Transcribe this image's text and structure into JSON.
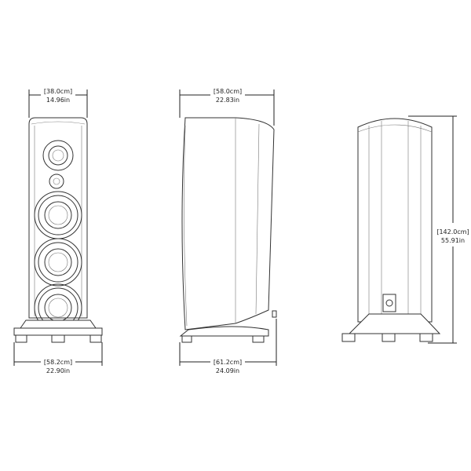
{
  "dimensions": {
    "front_width": {
      "cm": "[38.0cm]",
      "in": "14.96in"
    },
    "front_base_width": {
      "cm": "[58.2cm]",
      "in": "22.90in"
    },
    "side_depth": {
      "cm": "[58.0cm]",
      "in": "22.83in"
    },
    "side_base_depth": {
      "cm": "[61.2cm]",
      "in": "24.09in"
    },
    "height": {
      "cm": "[142.0cm]",
      "in": "55.91in"
    }
  }
}
